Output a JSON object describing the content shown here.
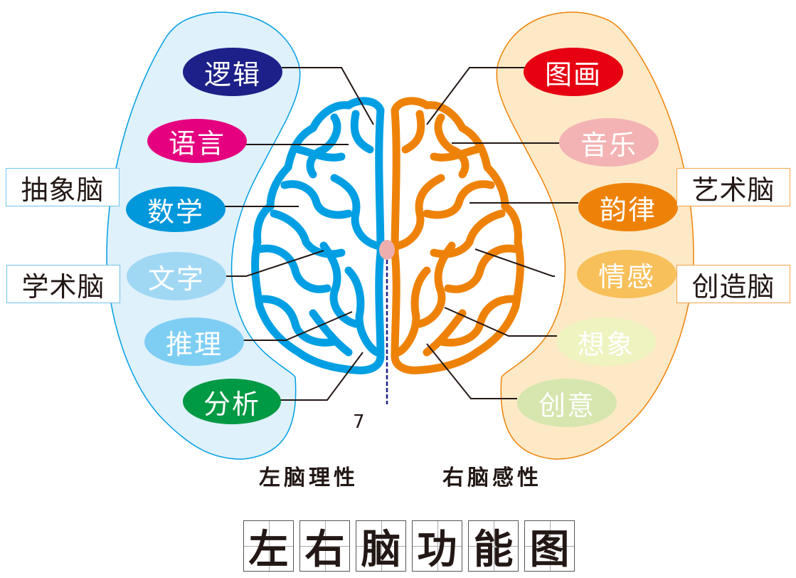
{
  "title": {
    "chars": [
      "左",
      "右",
      "脑",
      "功",
      "能",
      "图"
    ],
    "text": "左右脑功能图"
  },
  "left_brain": {
    "caption": "左脑理性",
    "color": "#009fe3",
    "panel_fill": "#dff1fb",
    "functions": [
      {
        "label": "逻辑",
        "color": "#1d2088"
      },
      {
        "label": "语言",
        "color": "#e4007f"
      },
      {
        "label": "数学",
        "color": "#0097db"
      },
      {
        "label": "文字",
        "color": "#a0d8f4"
      },
      {
        "label": "推理",
        "color": "#7ecef4"
      },
      {
        "label": "分析",
        "color": "#009944"
      }
    ],
    "categories": [
      {
        "label": "抽象脑"
      },
      {
        "label": "学术脑"
      }
    ]
  },
  "right_brain": {
    "caption": "右脑感性",
    "color": "#ee8208",
    "panel_fill": "#fde9c6",
    "functions": [
      {
        "label": "图画",
        "color": "#e60012"
      },
      {
        "label": "音乐",
        "color": "#f3b3b4"
      },
      {
        "label": "韵律",
        "color": "#ee8208"
      },
      {
        "label": "情感",
        "color": "#f8c05a"
      },
      {
        "label": "想象",
        "color": "#eef3c0"
      },
      {
        "label": "创意",
        "color": "#d6e6ae"
      }
    ],
    "categories": [
      {
        "label": "艺术脑"
      },
      {
        "label": "创造脑"
      }
    ]
  },
  "midline": {
    "dot_color": "#efaeae",
    "dash_color": "#1d2088"
  },
  "stray_mark": "7"
}
